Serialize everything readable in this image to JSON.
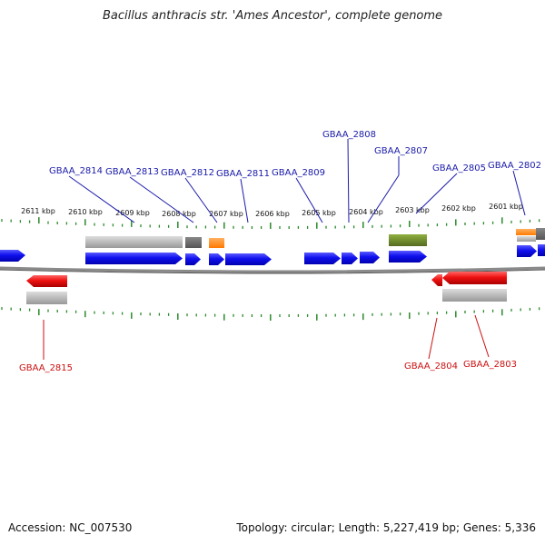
{
  "title": "Bacillus anthracis str. 'Ames Ancestor', complete genome",
  "footer": {
    "accession": "Accession: NC_007530",
    "summary": "Topology: circular; Length: 5,227,419 bp; Genes: 5,336"
  },
  "colors": {
    "forward_gene": "#1010ee",
    "reverse_gene": "#ee1111",
    "forward_label": "#1a1aaa",
    "reverse_label": "#cc1111",
    "tick": "#2a8a2a",
    "backbone": "#777777",
    "feature_gray": "#bbbbbb",
    "feature_dark": "#666666",
    "feature_orange": "#ff8c1a",
    "feature_olive": "#6b8e23"
  },
  "scale_labels": [
    "2611 kbp",
    "2610 kbp",
    "2609 kbp",
    "2608 kbp",
    "2607 kbp",
    "2606 kbp",
    "2605 kbp",
    "2604 kbp",
    "2603 kbp",
    "2602 kbp",
    "2601 kbp"
  ],
  "forward_gene_labels": [
    "GBAA_2814",
    "GBAA_2813",
    "GBAA_2812",
    "GBAA_2811",
    "GBAA_2809",
    "GBAA_2808",
    "GBAA_2807",
    "GBAA_2805",
    "GBAA_2802"
  ],
  "reverse_gene_labels": [
    "GBAA_2815",
    "GBAA_2804",
    "GBAA_2803"
  ]
}
